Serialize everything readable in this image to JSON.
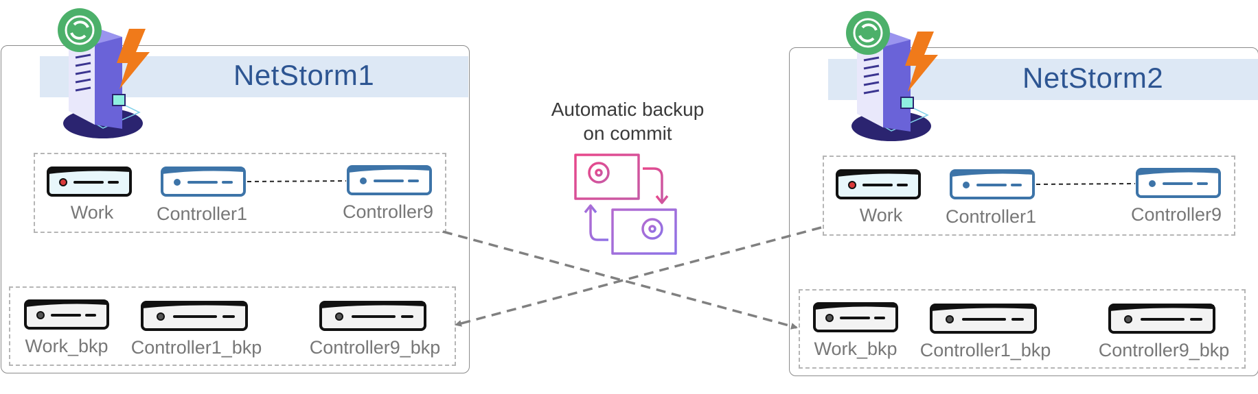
{
  "colors": {
    "accent_blue": "#3d74a8",
    "title_blue": "#2d5592",
    "banner_fill": "#dde8f5",
    "label_gray": "#777777",
    "arrow_gray": "#808080",
    "backup_pink": "#e2488a",
    "backup_purple": "#9a6ee0"
  },
  "left": {
    "title": "NetStorm1",
    "top_group": {
      "labels": [
        "Work",
        "Controller1",
        "Controller9"
      ]
    },
    "bottom_group": {
      "labels": [
        "Work_bkp",
        "Controller1_bkp",
        "Controller9_bkp"
      ]
    }
  },
  "right": {
    "title": "NetStorm2",
    "top_group": {
      "labels": [
        "Work",
        "Controller1",
        "Controller9"
      ]
    },
    "bottom_group": {
      "labels": [
        "Work_bkp",
        "Controller1_bkp",
        "Controller9_bkp"
      ]
    }
  },
  "center": {
    "caption_line1": "Automatic backup",
    "caption_line2": "on commit",
    "icon": "backup-sync-icon"
  },
  "icons": {
    "server": "server-tower-icon",
    "power": "lightning-bolt-icon",
    "sync": "green-sync-badge-icon",
    "device": "network-appliance-icon"
  }
}
